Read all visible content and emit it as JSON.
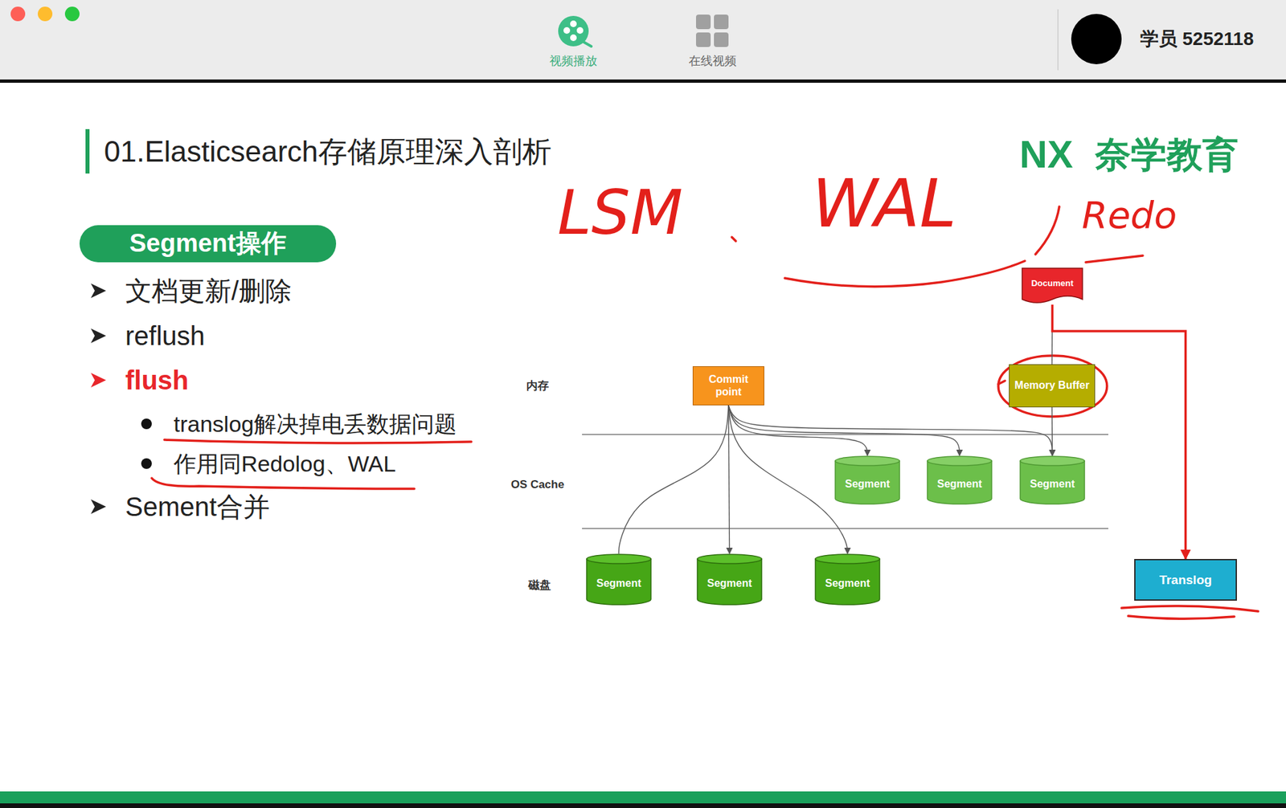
{
  "diagram": {
    "title": "01.Elasticsearch存储原理深入剖析",
    "nodes": [
      {
        "text": [
          "Segment操作"
        ]
      },
      {
        "text": [
          "Document"
        ]
      },
      {
        "text": [
          "Commit point"
        ]
      },
      {
        "text": [
          "Memory Buffer"
        ]
      },
      {
        "text": [
          "Segment"
        ]
      },
      {
        "text": [
          "Segment"
        ]
      },
      {
        "text": [
          "Segment"
        ]
      },
      {
        "text": [
          "Segment"
        ]
      },
      {
        "text": [
          "Segment"
        ]
      },
      {
        "text": [
          "Segment"
        ]
      },
      {
        "text": [
          "Translog"
        ]
      }
    ],
    "edges": [
      {
        "from": 1,
        "to": 3,
        "arrow": "none"
      },
      {
        "from": 3,
        "to": 6,
        "arrow": "to"
      },
      {
        "from": 2,
        "to": 4,
        "arrow": "to"
      },
      {
        "from": 2,
        "to": 5,
        "arrow": "to"
      },
      {
        "from": 2,
        "to": 6,
        "arrow": "to"
      },
      {
        "from": 2,
        "to": 7,
        "arrow": "none"
      },
      {
        "from": 2,
        "to": 8,
        "arrow": "to"
      },
      {
        "from": 2,
        "to": 9,
        "arrow": "to"
      },
      {
        "from": 1,
        "to": 10,
        "arrow": "to"
      }
    ],
    "labels": [
      "视频播放",
      "在线视频",
      "学员 5252118",
      "NX",
      "奈学教育",
      "LSM",
      "WAL",
      "Redo",
      "文档更新/删除",
      "reflush",
      "flush",
      "translog解决掉电丢数据问题",
      "作用同Redolog、WAL",
      "Sement合并",
      "内存",
      "OS Cache",
      "磁盘"
    ]
  }
}
